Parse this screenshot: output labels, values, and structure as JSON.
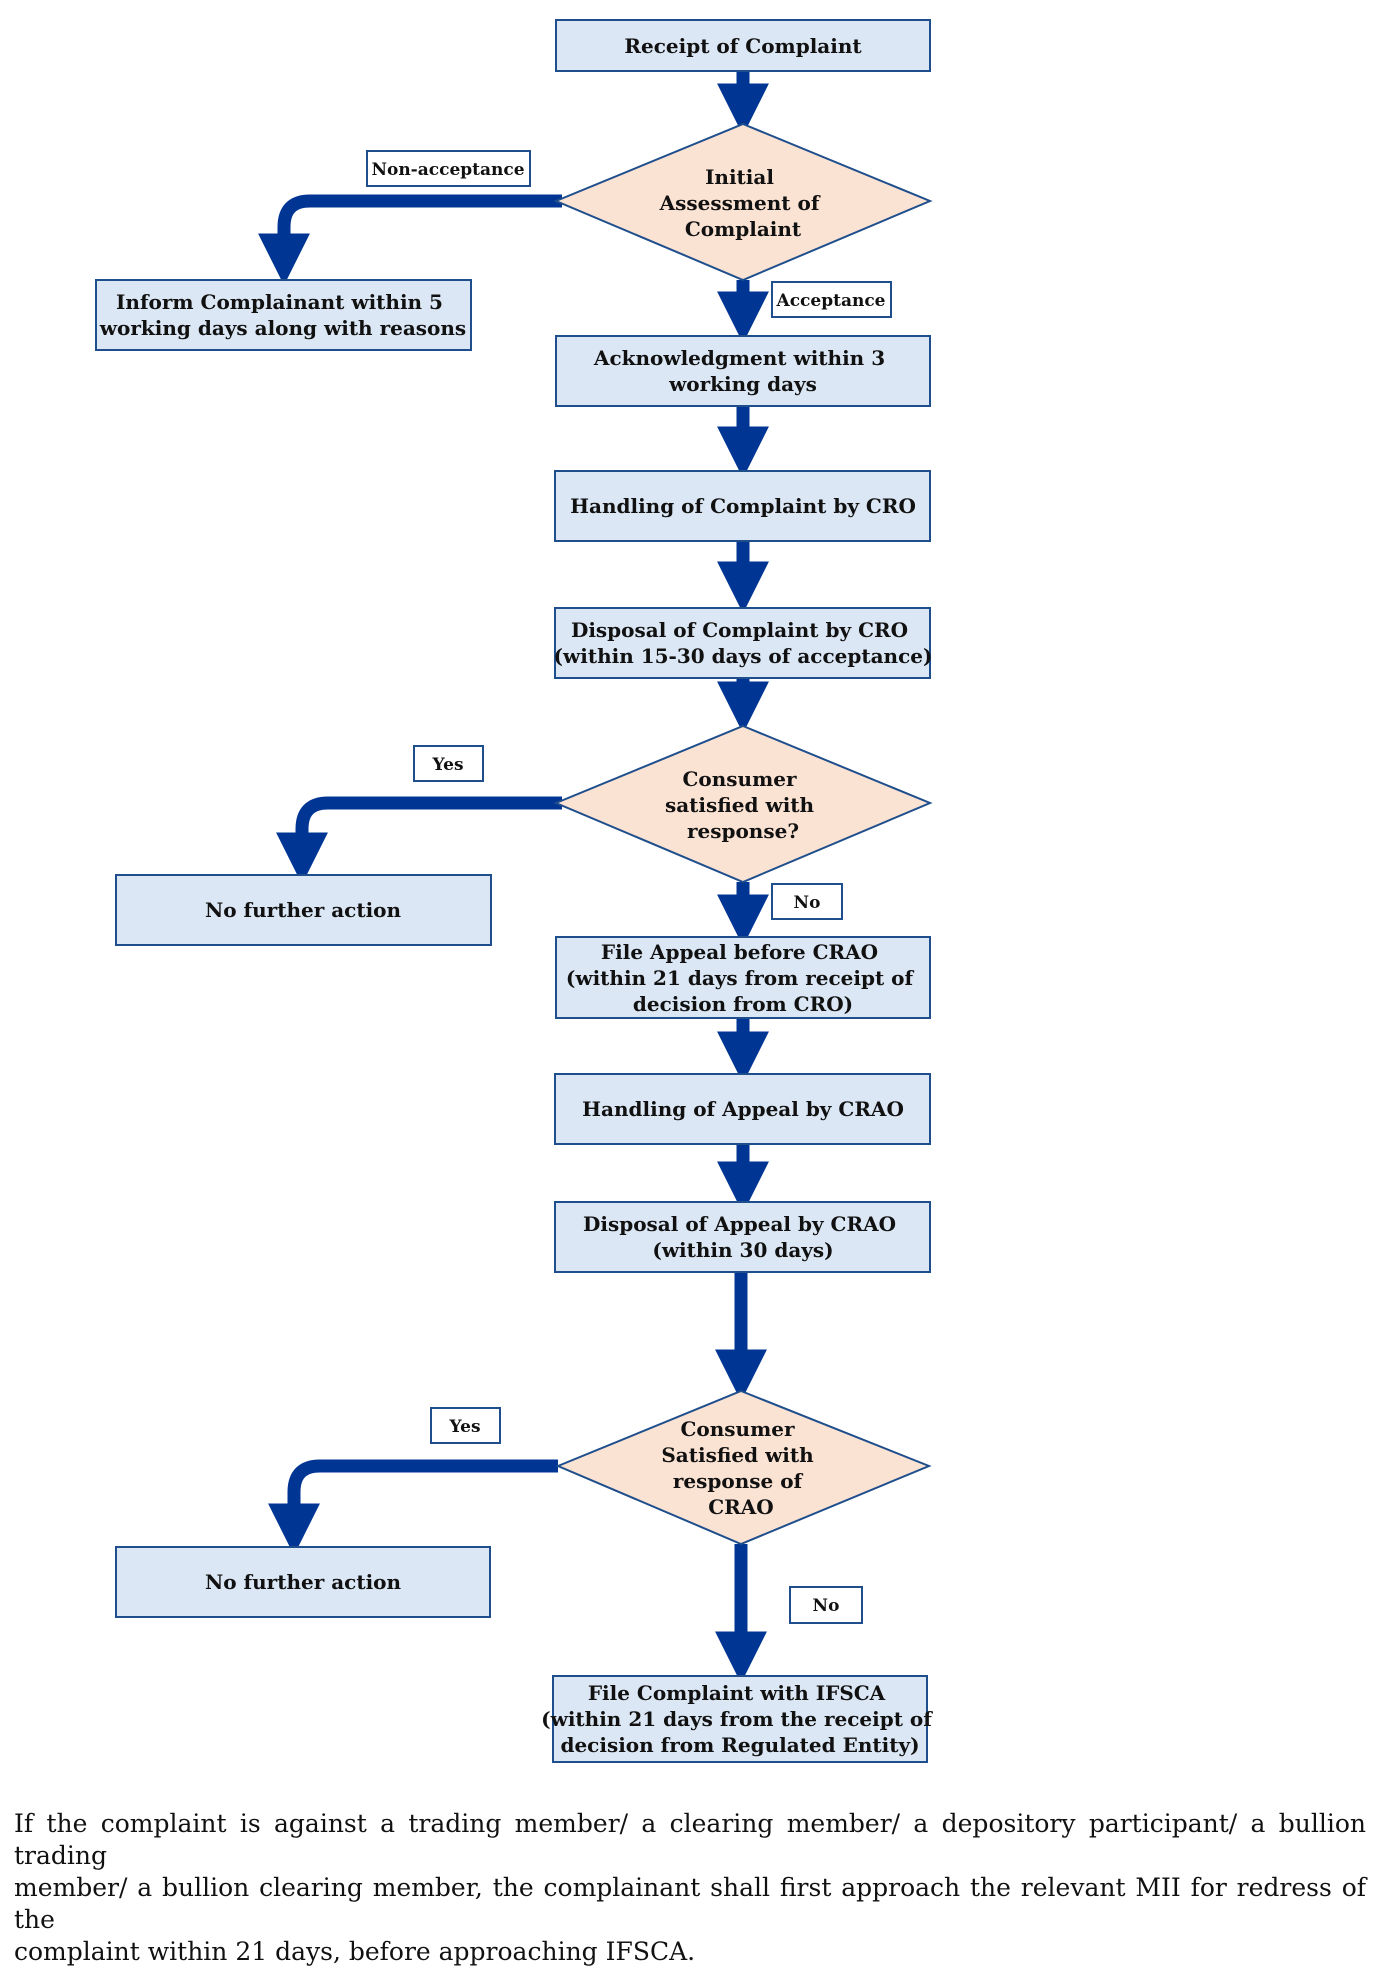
{
  "colors": {
    "box_fill": "#dbe7f4",
    "box_stroke": "#1f4e8c",
    "diamond_fill": "#fbe3d4",
    "diamond_stroke": "#1f4e8c",
    "arrow": "#003594",
    "tag_fill": "#ffffff",
    "tag_stroke": "#1f4e8c"
  },
  "nodes": {
    "receipt": {
      "lines": [
        "Receipt of Complaint"
      ]
    },
    "assessment": {
      "lines": [
        "Initial",
        "Assessment of",
        "Complaint"
      ]
    },
    "inform": {
      "lines": [
        "Inform Complainant within 5",
        "working days along with reasons"
      ]
    },
    "acknowledgment": {
      "lines": [
        "Acknowledgment within 3",
        "working days"
      ]
    },
    "handling_cro": {
      "lines": [
        "Handling of Complaint by CRO"
      ]
    },
    "disposal_cro": {
      "lines": [
        "Disposal of Complaint by CRO",
        "(within 15-30 days of acceptance)"
      ]
    },
    "satisfied_1": {
      "lines": [
        "Consumer",
        "satisfied with",
        "response?"
      ]
    },
    "no_action_1": {
      "lines": [
        "No further action"
      ]
    },
    "appeal_crao": {
      "lines": [
        "File Appeal before CRAO",
        "(within 21 days from receipt of",
        "decision from CRO)"
      ]
    },
    "handling_crao": {
      "lines": [
        "Handling of Appeal by CRAO"
      ]
    },
    "disposal_crao": {
      "lines": [
        "Disposal of Appeal by CRAO",
        "(within 30 days)"
      ]
    },
    "satisfied_2": {
      "lines": [
        "Consumer",
        "Satisfied with",
        "response of",
        "CRAO"
      ]
    },
    "no_action_2": {
      "lines": [
        "No further action"
      ]
    },
    "file_ifsca": {
      "lines": [
        "File Complaint with IFSCA",
        "(within 21 days from the receipt of",
        "decision from Regulated Entity)"
      ]
    }
  },
  "tags": {
    "non_acceptance": "Non-acceptance",
    "acceptance": "Acceptance",
    "yes_1": "Yes",
    "no_1": "No",
    "yes_2": "Yes",
    "no_2": "No"
  },
  "footnote": {
    "line1": "If the complaint is against a trading member/ a clearing member/ a depository participant/ a bullion trading",
    "line2": "member/ a bullion clearing member, the complainant shall first approach the relevant MII for redress of the",
    "line3": "complaint within 21 days, before approaching IFSCA."
  }
}
